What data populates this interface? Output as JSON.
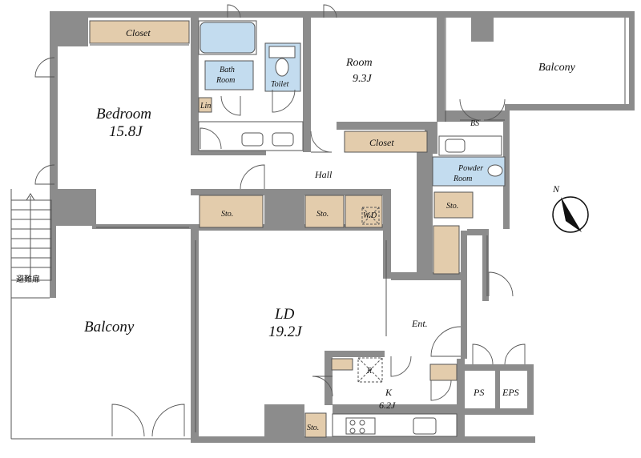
{
  "rooms": {
    "closet_top": "Closet",
    "bath_l1": "Bath",
    "bath_l2": "Room",
    "toilet": "Toilet",
    "room_l1": "Room",
    "room_l2": "9.3J",
    "balcony_top": "Balcony",
    "bedroom_l1": "Bedroom",
    "bedroom_l2": "15.8J",
    "lin": "Lin",
    "closet_mid": "Closet",
    "bs": "BS",
    "powder_l1": "Powder",
    "powder_l2": "Room",
    "hall": "Hall",
    "sto_1": "Sto.",
    "sto_2": "Sto.",
    "wd": "W.D",
    "sto_3": "Sto.",
    "evac": "避難扉",
    "balcony_bottom": "Balcony",
    "ld_l1": "LD",
    "ld_l2": "19.2J",
    "ent": "Ent.",
    "fridge": "R",
    "kitchen_l1": "K",
    "kitchen_l2": "6.2J",
    "sto_4": "Sto.",
    "ps": "PS",
    "eps": "EPS"
  },
  "compass": {
    "label": "N",
    "icon": "north-arrow-icon"
  },
  "colors": {
    "wall": "#8c8c8c",
    "storage": "#e3ccac",
    "wet_area": "#c3dcef"
  }
}
